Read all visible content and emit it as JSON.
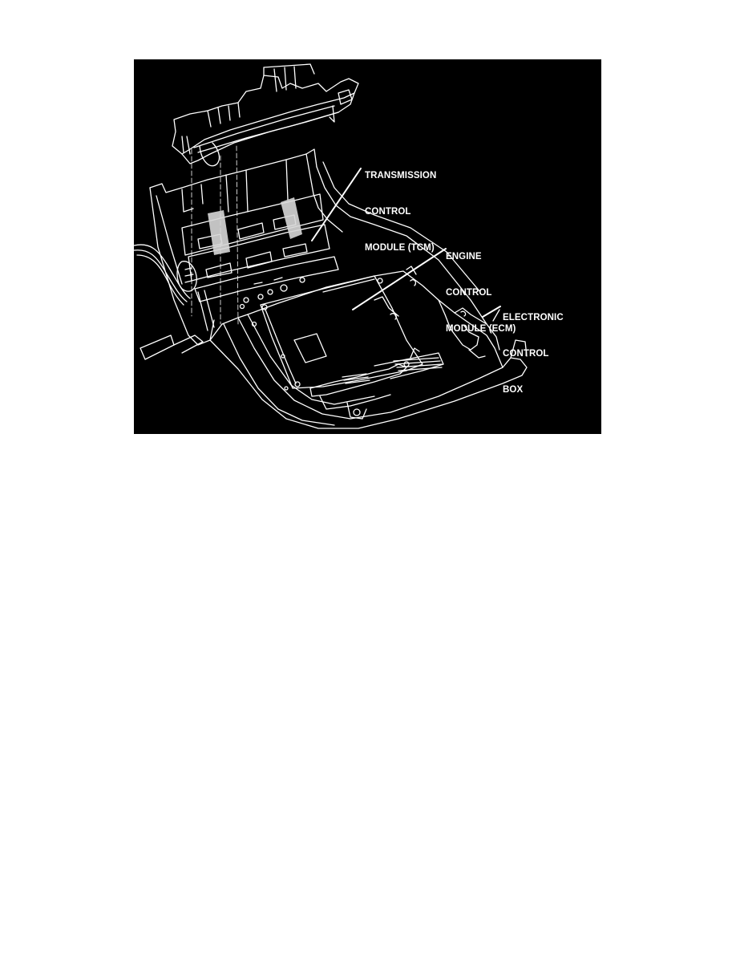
{
  "page": {
    "background": "#ffffff"
  },
  "figure": {
    "background": "#000000",
    "line_color": "#ffffff",
    "callouts": [
      {
        "id": "tcm",
        "lines": [
          "TRANSMISSION",
          "CONTROL",
          "MODULE (TCM)"
        ]
      },
      {
        "id": "ecm",
        "lines": [
          "ENGINE",
          "CONTROL",
          "MODULE (ECM)"
        ]
      },
      {
        "id": "ecb",
        "lines": [
          "ELECTRONIC",
          "CONTROL",
          "BOX"
        ]
      }
    ]
  }
}
